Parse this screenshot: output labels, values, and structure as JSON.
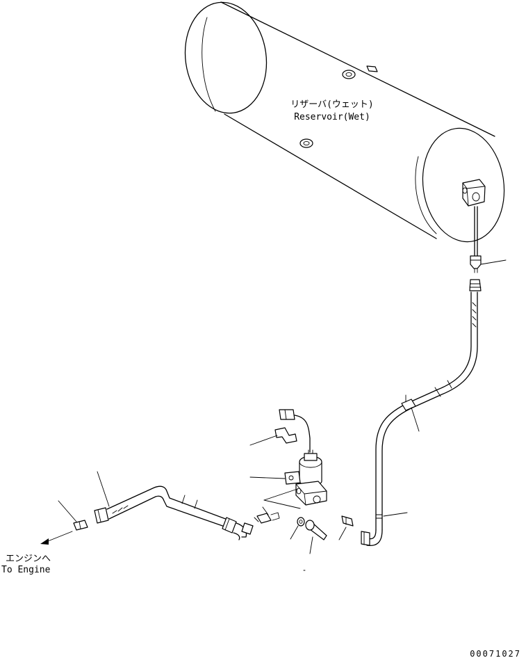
{
  "labels": {
    "reservoir_jp": "リザーバ(ウェット)",
    "reservoir_en": "Reservoir(Wet)",
    "engine_jp": "エンジンへ",
    "engine_en": "To Engine",
    "drawing_number": "00071027"
  }
}
